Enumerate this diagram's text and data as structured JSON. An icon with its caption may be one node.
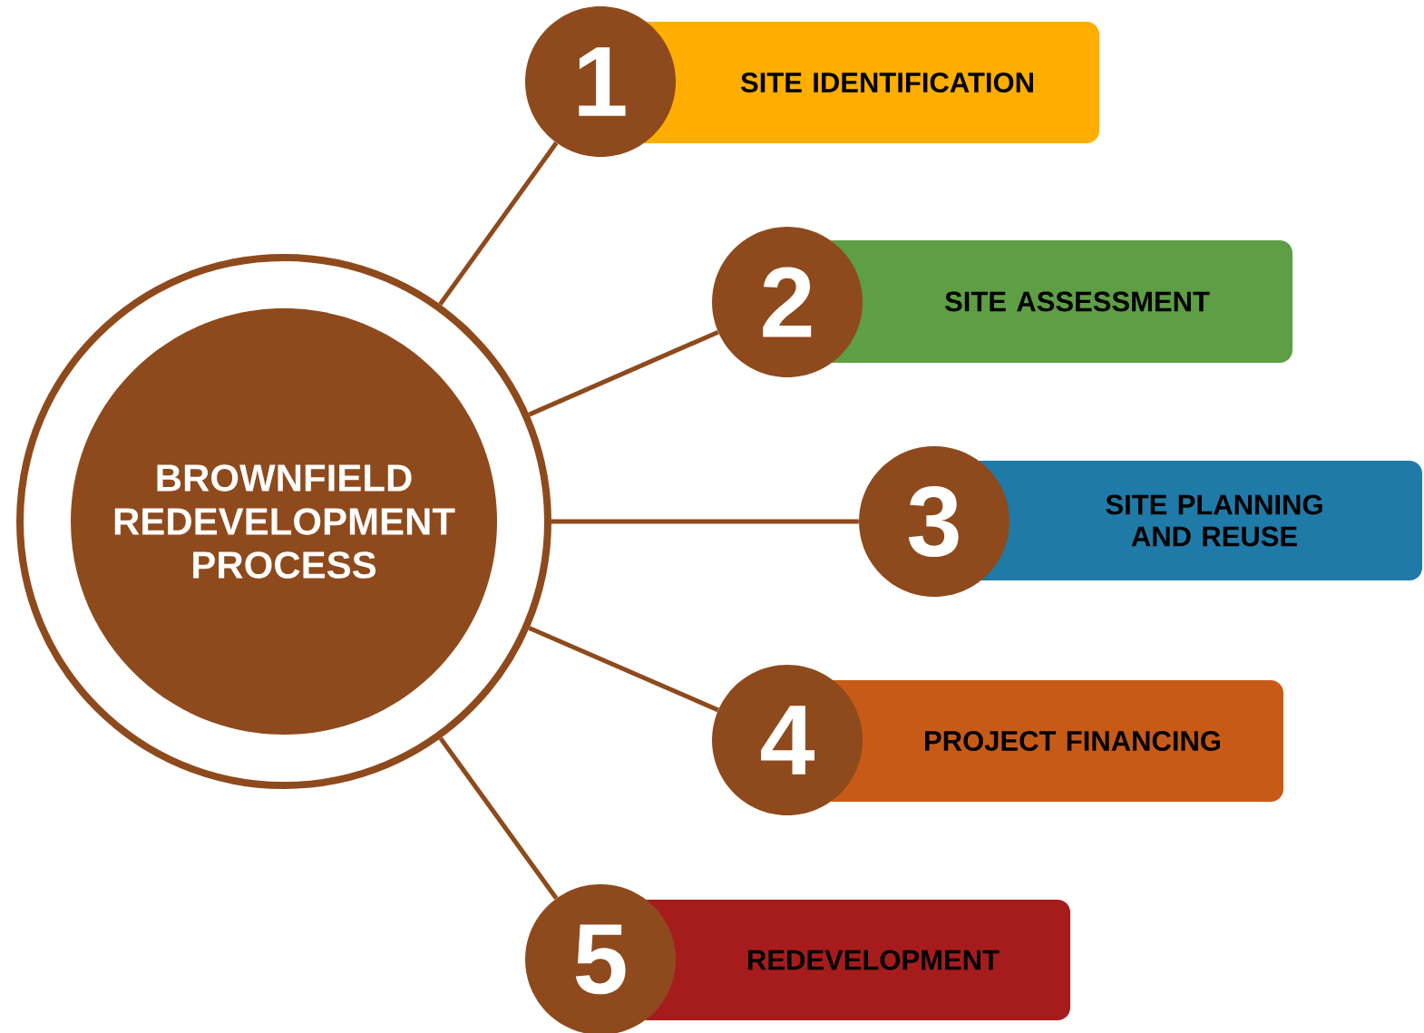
{
  "diagram": {
    "nodes": [
      {
        "text": [
          "BROWNFIELD REDEVELOPMENT PROCESS"
        ]
      },
      {
        "text": [
          "1"
        ]
      },
      {
        "text": [
          "SITE IDENTIFICATION"
        ]
      },
      {
        "text": [
          "2"
        ]
      },
      {
        "text": [
          "SITE ASSESSMENT"
        ]
      },
      {
        "text": [
          "3"
        ]
      },
      {
        "text": [
          "SITE PLANNING AND REUSE"
        ]
      },
      {
        "text": [
          "4"
        ]
      },
      {
        "text": [
          "PROJECT FINANCING"
        ]
      },
      {
        "text": [
          "5"
        ]
      },
      {
        "text": [
          "REDEVELOPMENT"
        ]
      }
    ],
    "edges": [
      {
        "from": 0,
        "to": 1,
        "arrow": "none"
      },
      {
        "from": 0,
        "to": 3,
        "arrow": "none"
      },
      {
        "from": 0,
        "to": 5,
        "arrow": "none"
      },
      {
        "from": 0,
        "to": 7,
        "arrow": "none"
      },
      {
        "from": 0,
        "to": 9,
        "arrow": "none"
      }
    ]
  }
}
